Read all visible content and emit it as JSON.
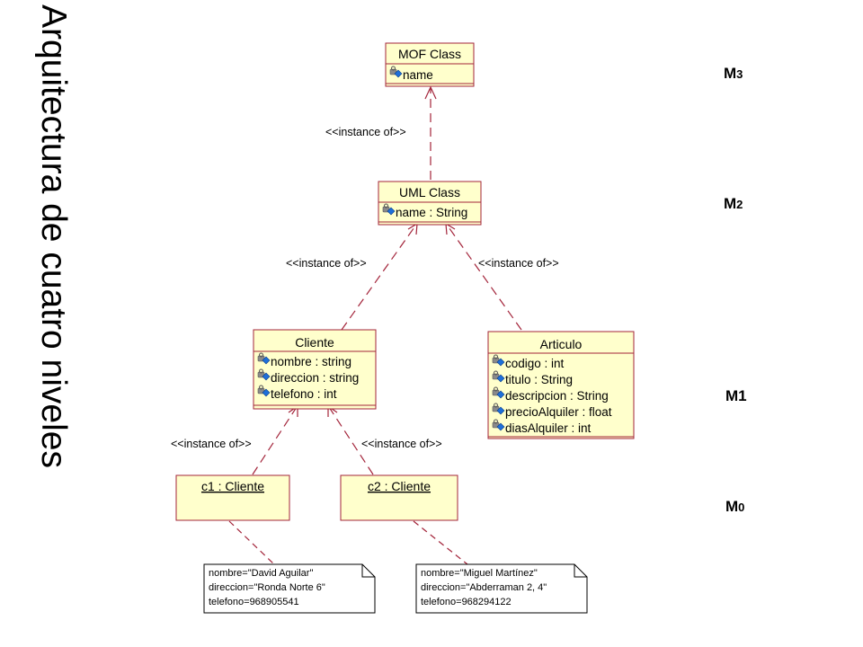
{
  "title": "Arquitectura de cuatro niveles",
  "levels": {
    "m3": {
      "prefix": "M",
      "digit": "3"
    },
    "m2": {
      "prefix": "M",
      "digit": "2"
    },
    "m1": {
      "prefix": "M1",
      "digit": ""
    },
    "m0": {
      "prefix": "M",
      "digit": "0"
    }
  },
  "classes": {
    "mof": {
      "name": "MOF Class",
      "attrs": [
        "name"
      ]
    },
    "uml": {
      "name": "UML Class",
      "attrs": [
        "name : String"
      ]
    },
    "cliente": {
      "name": "Cliente",
      "attrs": [
        "nombre : string",
        "direccion : string",
        "telefono : int"
      ]
    },
    "articulo": {
      "name": "Articulo",
      "attrs": [
        "codigo : int",
        "titulo : String",
        "descripcion : String",
        "precioAlquiler : float",
        "diasAlquiler : int"
      ]
    }
  },
  "objects": {
    "c1": {
      "name": "c1 : Cliente"
    },
    "c2": {
      "name": "c2 : Cliente"
    }
  },
  "relations": {
    "instance_of": "<<instance of>>"
  },
  "notes": {
    "c1": [
      "nombre=\"David Aguilar\"",
      "direccion=\"Ronda Norte 6\"",
      "telefono=968905541"
    ],
    "c2": [
      "nombre=\"Miguel Martínez\"",
      "direccion=\"Abderraman 2, 4\"",
      "telefono=968294122"
    ]
  },
  "colors": {
    "box_fill": "#ffffcc",
    "border": "#a3243a",
    "attr_icon": "#1e6fd9"
  }
}
